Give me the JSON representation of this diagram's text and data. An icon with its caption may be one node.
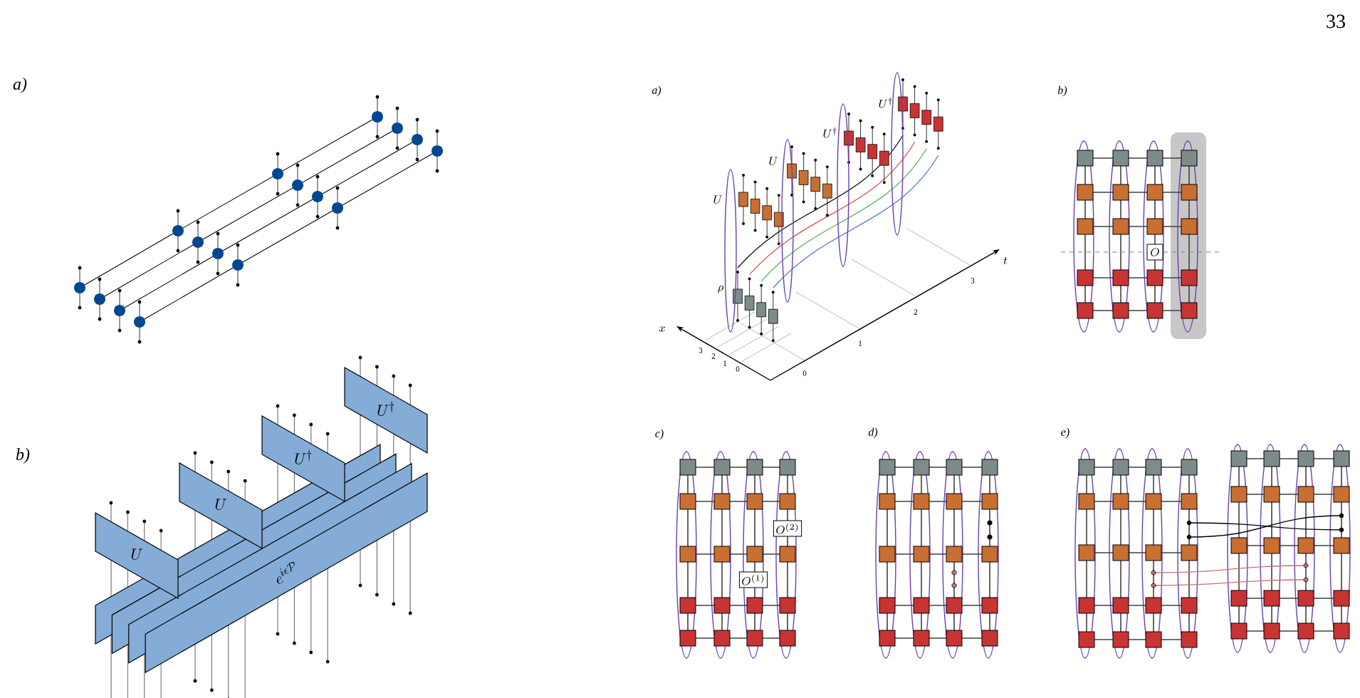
{
  "diagram": {
    "nodes": [
      {
        "text": [
          "U"
        ]
      },
      {
        "text": [
          "U"
        ]
      },
      {
        "text": [
          "U^{\\dagger}"
        ]
      },
      {
        "text": [
          "U^{\\dagger}"
        ]
      },
      {
        "text": [],
        "shape": "box"
      },
      {
        "text": [],
        "shape": "box"
      },
      {
        "text": [],
        "shape": "box"
      },
      {
        "text": [
          "e^{i\\epsilon\\mathcal{P}}"
        ]
      },
      {
        "text": [
          "O"
        ]
      },
      {
        "text": [
          "O^{(2)}"
        ]
      },
      {
        "text": [
          "O^{(1)}"
        ]
      }
    ],
    "labels": [
      "33",
      "a)",
      "b)",
      "a)",
      "U",
      "U",
      "U^{\\dagger}",
      "U^{\\dagger}",
      "\\rho",
      "x",
      "t",
      "3",
      "2",
      "1",
      "0",
      "0",
      "1",
      "2",
      "3",
      "b)",
      "c)",
      "d)",
      "e)"
    ]
  }
}
